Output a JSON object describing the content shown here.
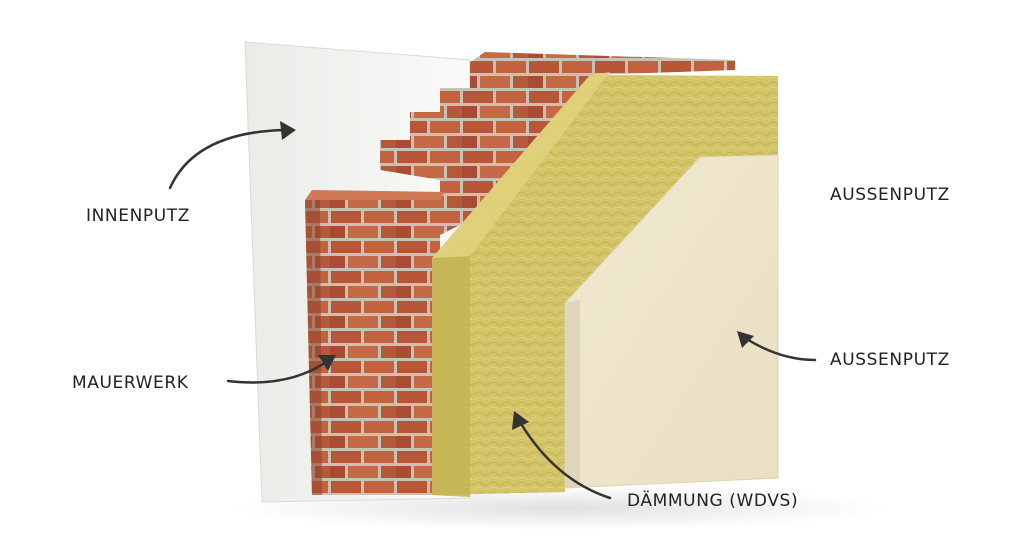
{
  "labels": {
    "innenputz": "INNENPUTZ",
    "mauerwerk": "MAUERWERK",
    "aussenputz_top": "AUSSENPUTZ",
    "aussenputz": "AUSSENPUTZ",
    "daemmung": "DÄMMUNG (WDVS)"
  },
  "colors": {
    "interior_plaster": "#f3f3f1",
    "brick": "#b9573a",
    "mortar": "#c9c3b8",
    "insulation": "#d2c266",
    "exterior_plaster": "#efe6cc",
    "arrow": "#333333",
    "label_text": "#222222"
  }
}
